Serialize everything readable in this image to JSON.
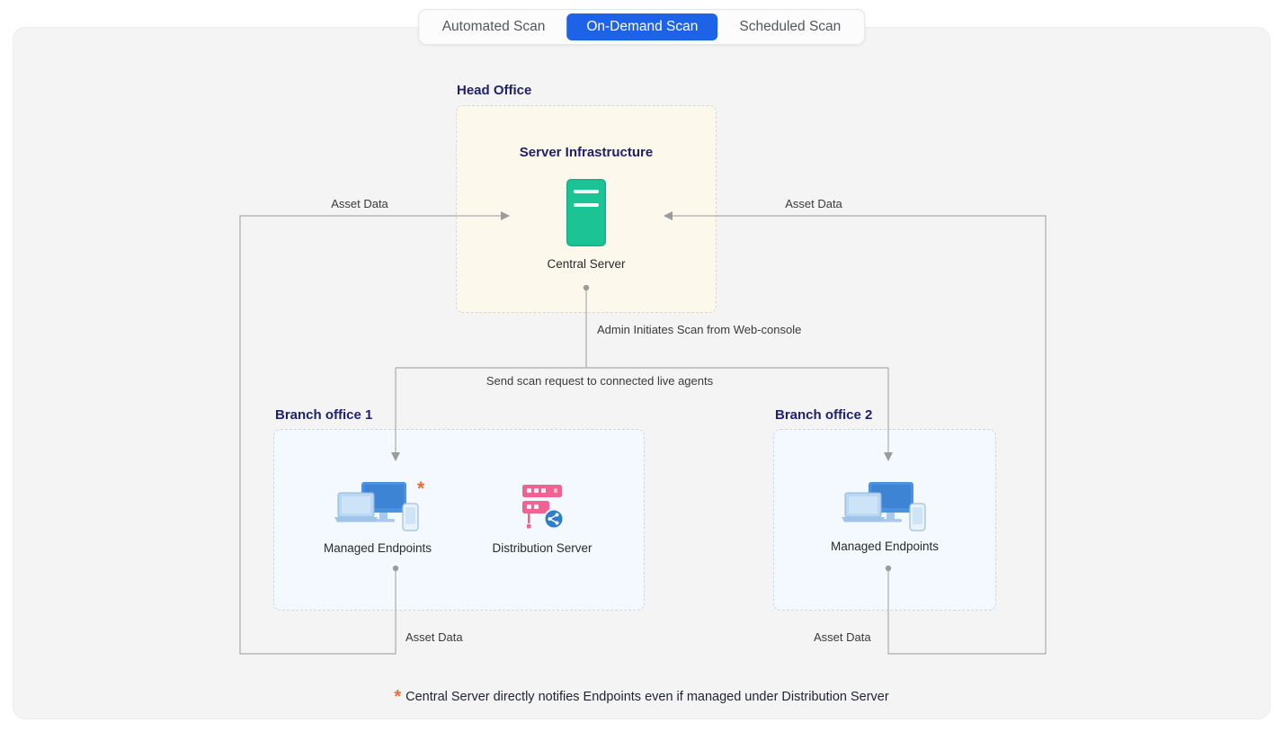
{
  "tabs": {
    "items": [
      {
        "label": "Automated Scan",
        "active": false
      },
      {
        "label": "On-Demand Scan",
        "active": true
      },
      {
        "label": "Scheduled Scan",
        "active": false
      }
    ]
  },
  "diagram": {
    "head_office": {
      "title": "Head Office",
      "section_title": "Server Infrastructure",
      "server_label": "Central Server",
      "server_icon": "server-icon"
    },
    "branch_office_1": {
      "title": "Branch office 1",
      "endpoints_label": "Managed Endpoints",
      "endpoints_note_marker": "*",
      "distribution_label": "Distribution Server",
      "endpoints_icon": "devices-icon",
      "distribution_icon": "distribution-server-icon"
    },
    "branch_office_2": {
      "title": "Branch office 2",
      "endpoints_label": "Managed Endpoints",
      "endpoints_icon": "devices-icon"
    },
    "edges": {
      "asset_data_top_left": "Asset Data",
      "asset_data_top_right": "Asset Data",
      "asset_data_bottom_left": "Asset Data",
      "asset_data_bottom_right": "Asset Data",
      "admin_initiates": "Admin Initiates Scan from Web-console",
      "send_scan_request": "Send scan request to connected live agents"
    },
    "footnote": {
      "marker": "*",
      "text": "Central Server directly notifies Endpoints even if managed under Distribution Server"
    }
  },
  "colors": {
    "active_tab_blue": "#1d63e8",
    "navy_heading": "#20206d",
    "head_office_bg": "#fdf8ec",
    "branch_bg": "#f3f9fe",
    "server_green": "#1cc395",
    "distribution_pink": "#ef6292",
    "share_blue": "#2e7fc9",
    "asterisk_orange": "#f06b32",
    "connector_gray": "#9b9b9b"
  }
}
